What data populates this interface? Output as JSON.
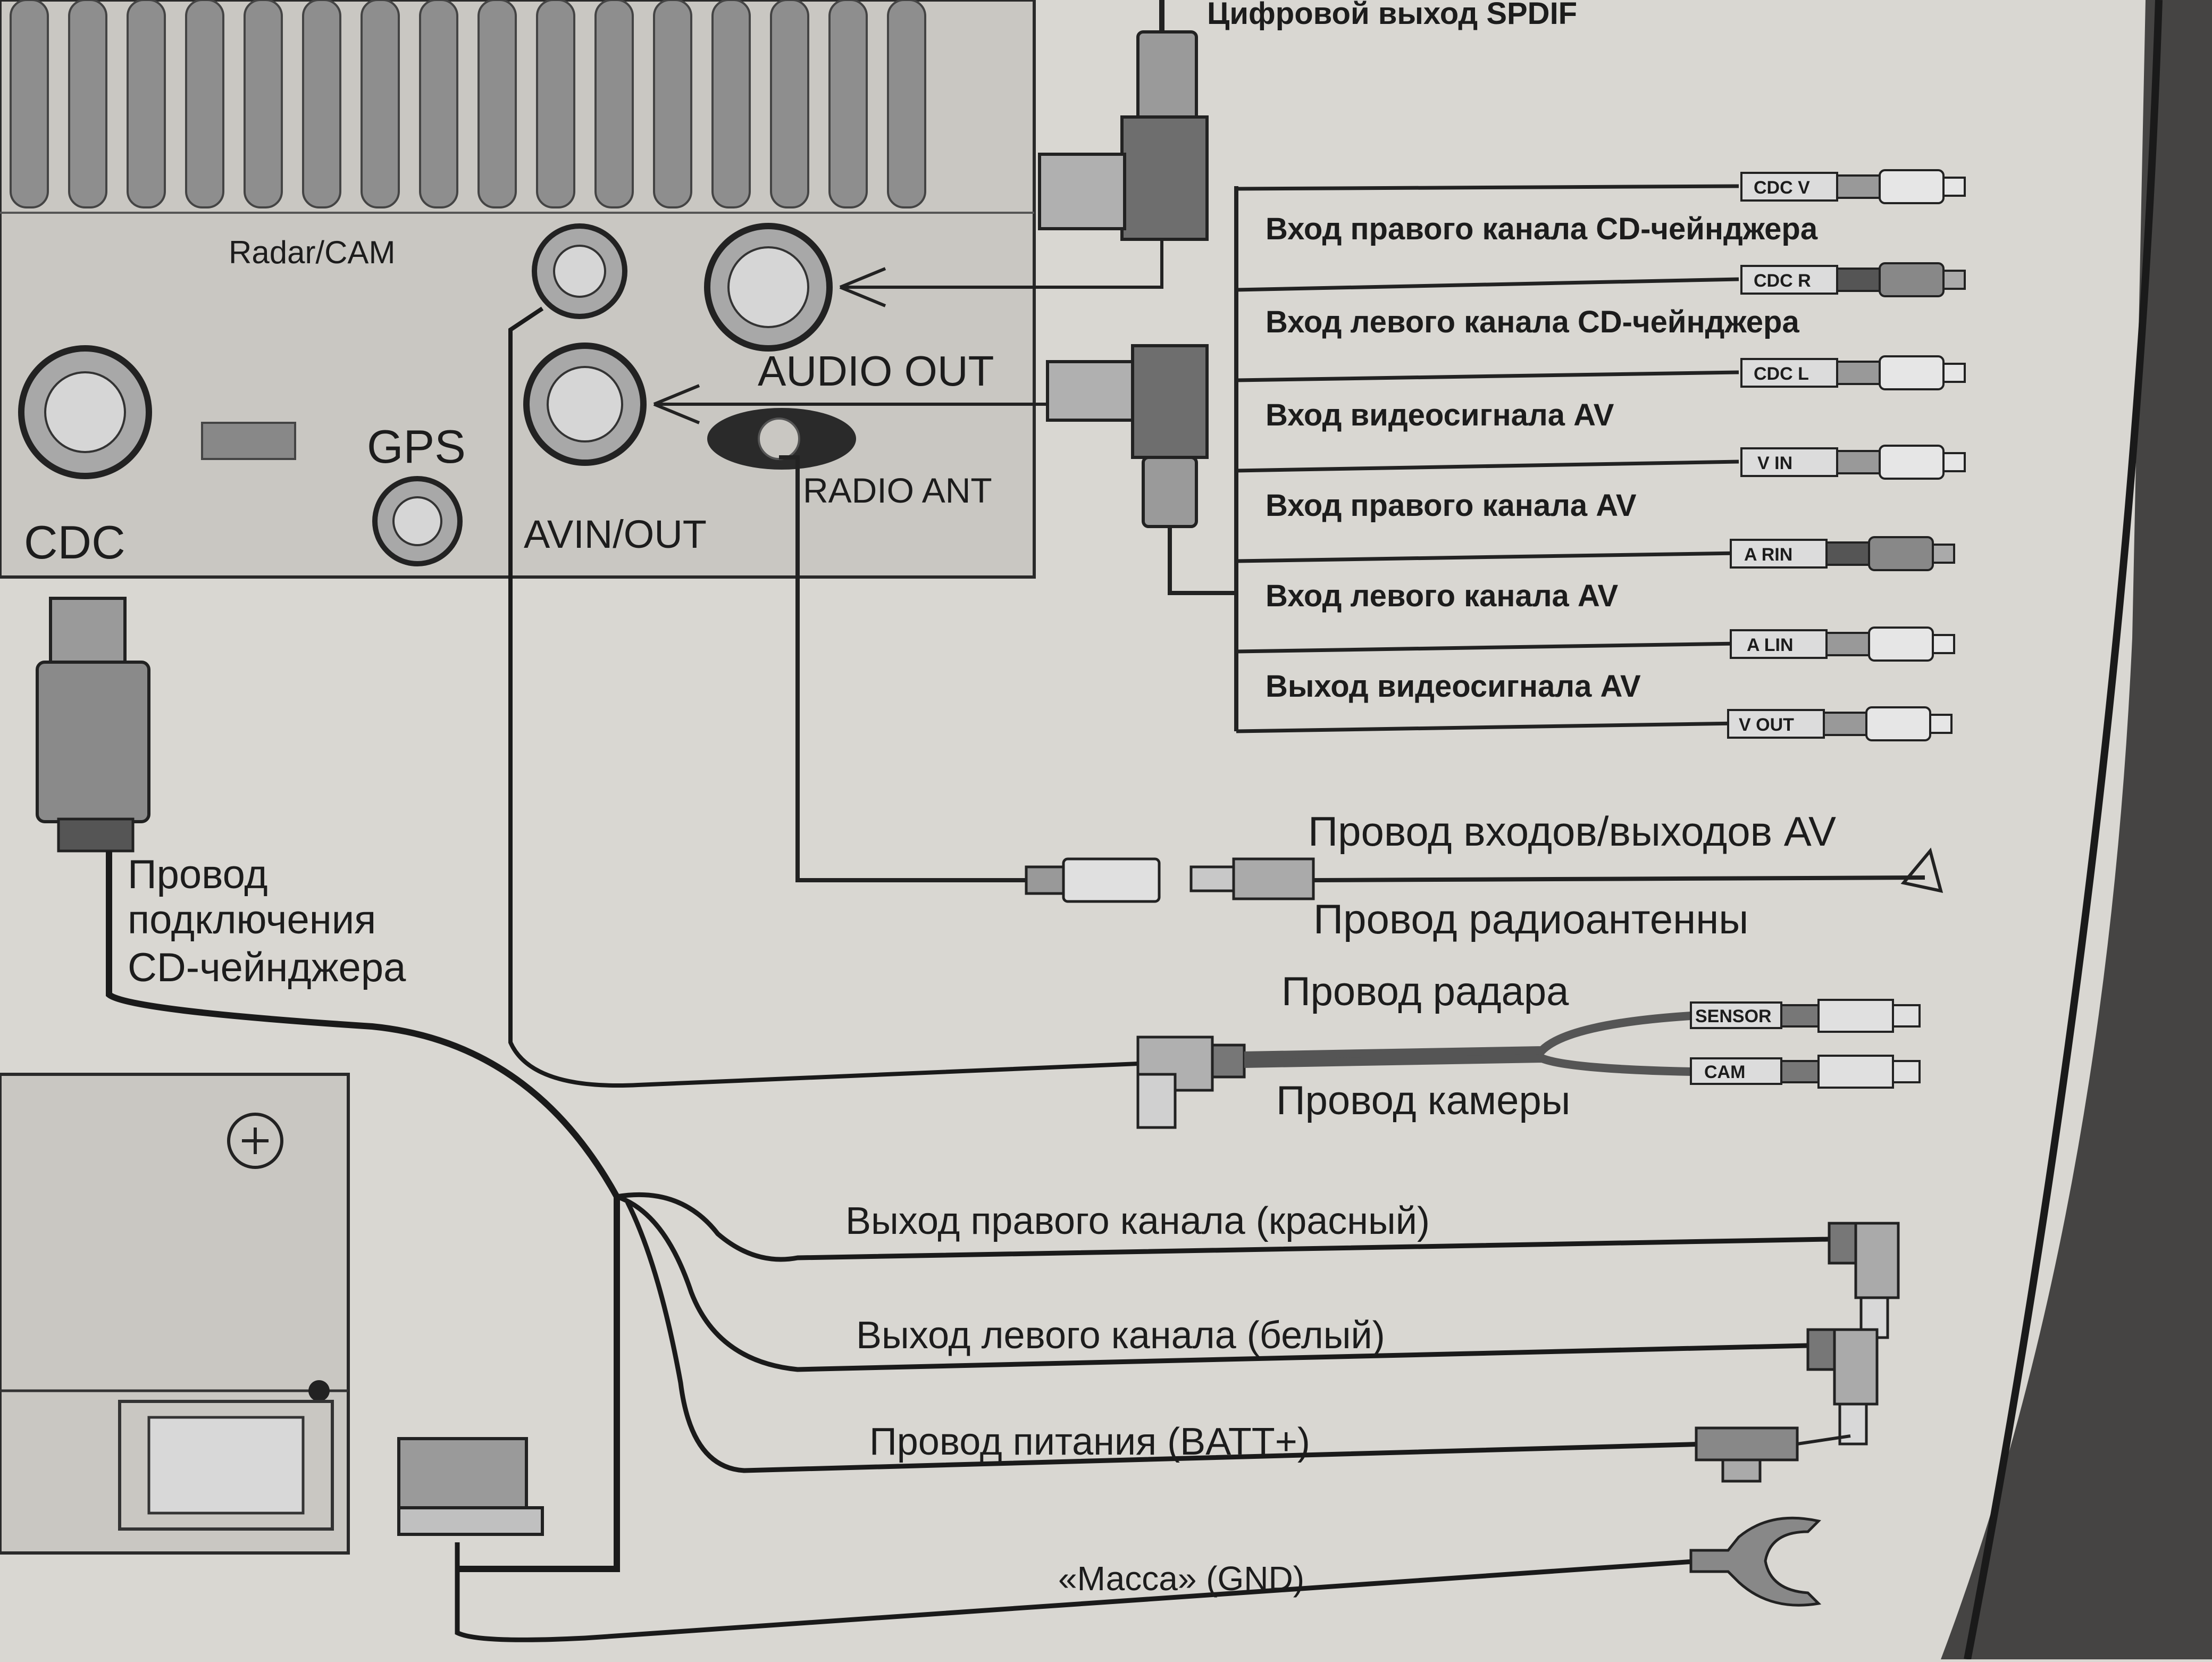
{
  "ports": {
    "radar_cam": "Radar/CAM",
    "audio_out": "AUDIO OUT",
    "gps": "GPS",
    "cdc": "CDC",
    "avin_out": "AVIN/OUT",
    "radio_ant": "RADIO ANT"
  },
  "spdif_label": "Цифровой выход SPDIF",
  "av_channels": [
    {
      "label": "Вход правого канала CD-чейнджера",
      "tag": "CDC V"
    },
    {
      "label": "Вход левого канала CD-чейнджера",
      "tag": "CDC R"
    },
    {
      "label": "Вход видеосигнала AV",
      "tag": "CDC L"
    },
    {
      "label": "Вход правого канала AV",
      "tag": "V IN"
    },
    {
      "label": "Вход левого канала AV",
      "tag": "A RIN"
    },
    {
      "label": "Выход видеосигнала AV",
      "tag": "A LIN"
    },
    {
      "label": "",
      "tag": "V OUT"
    }
  ],
  "cables": {
    "av_io": "Провод входов/выходов AV",
    "radio_antenna": "Провод радиоантенны",
    "cdc_line1": "Провод",
    "cdc_line2": "подключения",
    "cdc_line3": "CD-чейнджера",
    "radar": "Провод радара",
    "camera": "Провод камеры",
    "sensor_tag": "SENSOR",
    "cam_tag": "CAM"
  },
  "outputs": {
    "right": "Выход правого канала (красный)",
    "left": "Выход левого канала (белый)",
    "power": "Провод питания (BATT+)",
    "ground": "«Масса» (GND)"
  },
  "colors": {
    "paper": "#d9d7d2",
    "ink": "#1c1c1c",
    "panel": "#c9c7c2",
    "connector_gray": "#8a8a8a"
  }
}
